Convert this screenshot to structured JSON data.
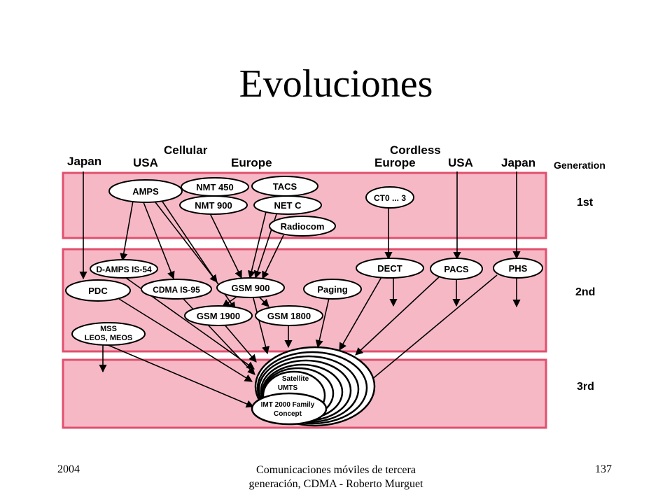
{
  "title": "Evoluciones",
  "header_labels": {
    "japan_left": "Japan",
    "usa_left": "USA",
    "cellular": "Cellular",
    "europe_left": "Europe",
    "cordless": "Cordless",
    "europe_right": "Europe",
    "usa_right": "USA",
    "japan_right": "Japan",
    "generation": "Generation"
  },
  "generations": [
    "1st",
    "2nd",
    "3rd"
  ],
  "nodes": {
    "amps": "AMPS",
    "nmt450": "NMT 450",
    "tacs": "TACS",
    "nmt900": "NMT 900",
    "netc": "NET C",
    "radiocom": "Radiocom",
    "ct0": "CT0 ... 3",
    "damps": "D-AMPS IS-54",
    "pdc": "PDC",
    "cdma": "CDMA IS-95",
    "gsm900": "GSM 900",
    "paging": "Paging",
    "dect": "DECT",
    "pacs": "PACS",
    "phs": "PHS",
    "gsm1900": "GSM 1900",
    "gsm1800": "GSM 1800",
    "mss_line1": "MSS",
    "mss_line2": "LEOS, MEOS",
    "satellite": "Satellite",
    "umts": "UMTS",
    "imt_line1": "IMT 2000 Family",
    "imt_line2": "Concept"
  },
  "footer": {
    "year": "2004",
    "center": "Comunicaciones móviles de tercera generación, CDMA - Roberto Murguet",
    "page": "137"
  },
  "colors": {
    "band_fill": "#f7b8c6",
    "band_border": "#e0506e"
  }
}
